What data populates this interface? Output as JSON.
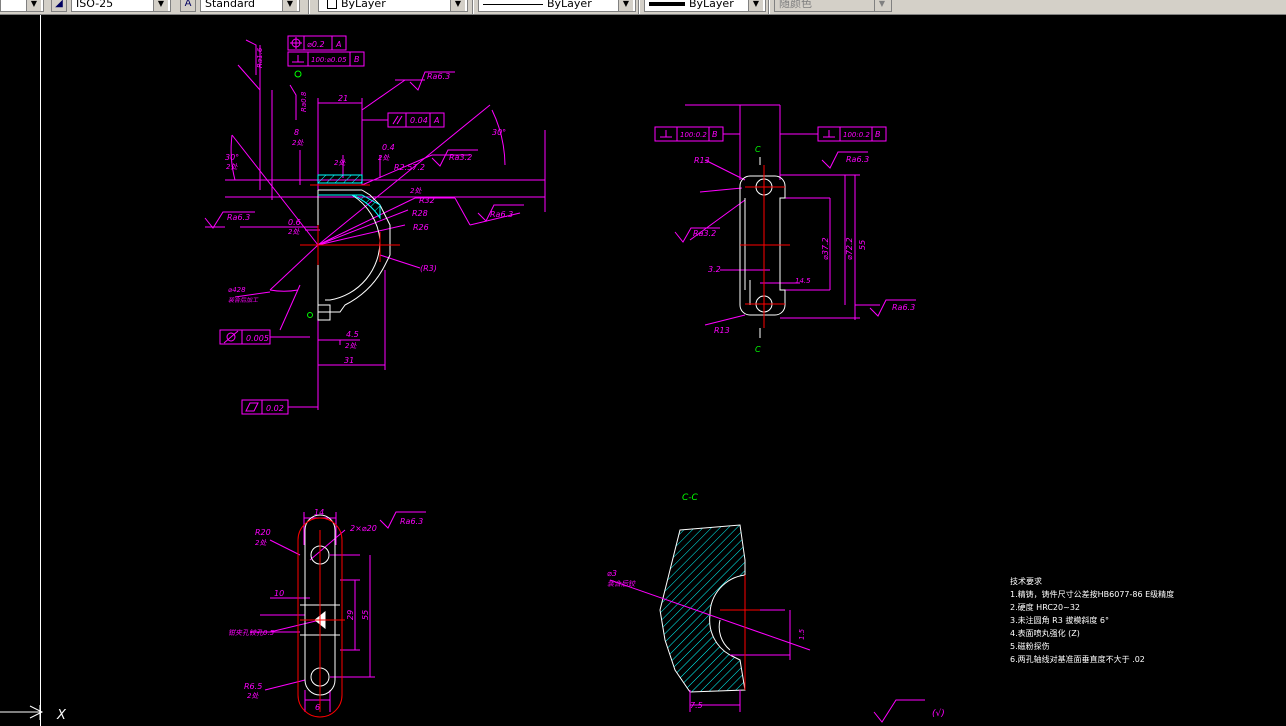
{
  "toolbar": {
    "layer_combo": "",
    "dimstyle_value": "ISO-25",
    "textstyle_value": "Standard",
    "color_value": "ByLayer",
    "linetype_value": "ByLayer",
    "lineweight_value": "ByLayer",
    "plotstyle_value": "随颜色"
  },
  "colors": {
    "background": "#000000",
    "dimension": "#ff00ff",
    "outline": "#ffffff",
    "center": "#ff0000",
    "hatch": "#00ffff",
    "marker": "#00ff00"
  },
  "view1": {
    "tol_pos": "⌀0.2",
    "tol_pos_ref": "A",
    "tol_perp": "100:⌀0.05",
    "tol_perp_ref": "B",
    "tol_parallel": "0.04",
    "tol_parallel_ref": "A",
    "tol_flat": "0.02",
    "tol_cyl": "0.005",
    "dim_21": "21",
    "dim_31": "31",
    "dim_4_5": "4.5",
    "dim_0_6": "0.6",
    "dim_0_4": "0.4",
    "dim_8": "8",
    "r32": "R32",
    "r28": "R28",
    "r26": "R26",
    "r3": "(R3)",
    "ra63_a": "Ra6.3",
    "ra63_b": "Ra6.3",
    "ra63_c": "Ra6.3",
    "ra32": "Ra3.2",
    "ra16": "Ra1.6",
    "ra08": "Ra0.8",
    "r257": "R2.57.2",
    "angle30a": "30°",
    "angle30b": "30°",
    "phi428": "⌀428",
    "note_pair": "装合后加工",
    "two_x": "2处"
  },
  "view2": {
    "tol_perp_left": "100:0.2",
    "tol_perp_left_ref": "B",
    "tol_perp_right": "100:0.2",
    "tol_perp_right_ref": "B",
    "c_top": "C",
    "c_bottom": "C",
    "r13a": "R13",
    "r13b": "R13",
    "dim_55": "55",
    "dim_37": "⌀37.2",
    "dim_72": "⌀72.2",
    "dim_32": "3.2",
    "dim_145": "14.5",
    "ra63_a": "Ra6.3",
    "ra63_b": "Ra6.3",
    "ra32": "Ra3.2"
  },
  "view3": {
    "dim_14": "14",
    "dim_10": "10",
    "dim_29": "29",
    "dim_55": "55",
    "dim_6": "6",
    "r20": "R20",
    "two_phi20": "2×⌀20",
    "ra63": "Ra6.3",
    "r652": "R6.5",
    "note": "钳夹孔铰孔0.5"
  },
  "view4": {
    "section_label": "C-C",
    "phi3": "⌀3",
    "note": "装合后铰",
    "dim_75": "7.5",
    "dim_15": "1.5"
  },
  "notes": {
    "title": "技术要求",
    "line1": "1.精铸，铸件尺寸公差按HB6077-86   E级精度",
    "line2": "2.硬度 HRC20~32",
    "line3": "3.未注圆角 R3  拔模斜度 6°",
    "line4": "4.表面喷丸强化 (Z)",
    "line5": "5.磁粉探伤",
    "line6": "6.两孔轴线对基准面垂直度不大于 .02"
  },
  "ucs": {
    "x_label": "X"
  },
  "bottom_symbol": "(√)"
}
